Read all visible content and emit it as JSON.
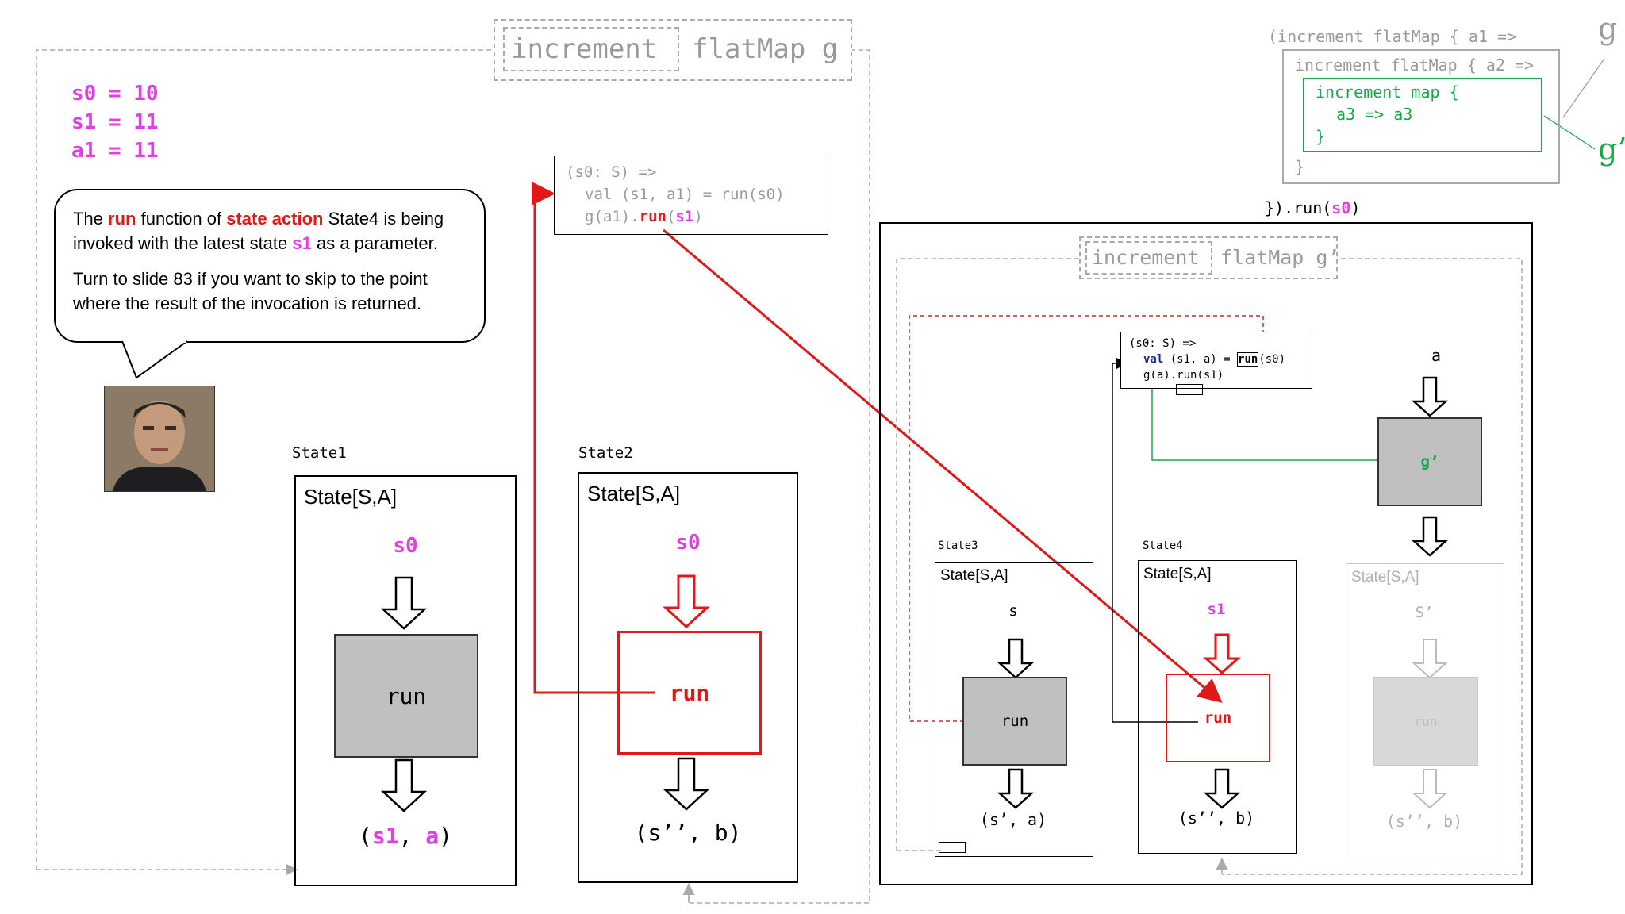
{
  "vars": [
    "s0 = 10",
    "s1 = 11",
    "a1 = 11"
  ],
  "bubble": {
    "p1_a": "The ",
    "p1_run": "run",
    "p1_b": " function of ",
    "p1_sa": "state action",
    "p1_c": " State4 is being invoked with the latest state ",
    "p1_s1": "s1",
    "p1_d": " as a parameter.",
    "p2": "Turn to slide 83 if you want to skip to the point where the result of the invocation is returned."
  },
  "top_label": {
    "increment": "increment",
    "flatmap": "flatMap g"
  },
  "code_main": {
    "line1": "(s0: S) =>",
    "line2": "val (s1, a1) = run(s0)",
    "line3_a": "g(a1).",
    "line3_run": "run",
    "line3_b": "(",
    "line3_s1": "s1",
    "line3_c": ")"
  },
  "state1": {
    "name": "State1",
    "type": "State[S,A]",
    "input": "s0",
    "fn": "run",
    "out_a": "(",
    "out_s": "s1",
    "out_b": ", ",
    "out_v": "a",
    "out_c": ")"
  },
  "state2": {
    "name": "State2",
    "type": "State[S,A]",
    "input": "s0",
    "fn": "run",
    "out": "(s’’, b)"
  },
  "top_right": {
    "g": "g",
    "gprime": "g’",
    "line1": "(increment flatMap { a1 =>",
    "line2": "increment flatMap { a2 =>",
    "line3": "increment map {",
    "line4": "a3 => a3",
    "line5": "}",
    "line6": "}",
    "line7_a": "}).run(",
    "line7_s0": "s0",
    "line7_b": ")"
  },
  "inner_label": {
    "increment": "increment",
    "flatmap": "flatMap g’"
  },
  "code_inner": {
    "line1": "(s0: S) =>",
    "line2_val": "val",
    "line2_rest": " (s1, a) = ",
    "line2_run": "run",
    "line2_end": "(s0)",
    "line3": "g(a).run(s1)"
  },
  "state3": {
    "name": "State3",
    "type": "State[S,A]",
    "input": "s",
    "fn": "run",
    "out": "(s’, a)"
  },
  "state4": {
    "name": "State4",
    "type": "State[S,A]",
    "input": "s1",
    "fn": "run",
    "out": "(s’’, b)"
  },
  "gbox": {
    "input": "a",
    "fn": "g’"
  },
  "state5": {
    "type": "State[S,A]",
    "input": "S’",
    "fn": "run",
    "out": "(s’’, b)"
  },
  "colors": {
    "pink": "#e040e0",
    "red": "#e01818",
    "green": "#1aa64a",
    "gray": "#9a9a9a"
  }
}
